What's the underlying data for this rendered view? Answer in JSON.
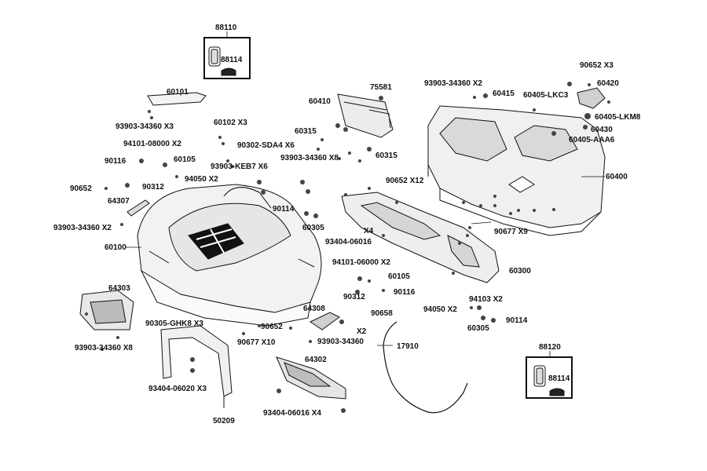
{
  "diagram": {
    "labels": {
      "p88110": "88110",
      "p88114a": "88114",
      "p88120": "88120",
      "p88114b": "88114",
      "p60101": "60101",
      "p93903_x3": "93903-34360 X3",
      "p60102": "60102 X3",
      "p90302": "90302-SDA4 X6",
      "p93903_keb7": "93903-KEB7 X6",
      "p94101_08000": "94101-08000 X2",
      "p90116a": "90116",
      "p60105a": "60105",
      "p90312a": "90312",
      "p94050a": "94050 X2",
      "p90652a": "90652",
      "p64307": "64307",
      "p93903_x2": "93903-34360 X2",
      "p60100": "60100",
      "p64303": "64303",
      "p90305": "90305-GHK8 X3",
      "p93903_x8a": "93903-34360 X8",
      "p93404_06020": "93404-06020 X3",
      "p50209": "50209",
      "p90677_x10": "90677 X10",
      "p90652b": "90652",
      "p64308": "64308",
      "p90658": "90658",
      "px2": "X2",
      "p93903_mid": "93903-34360",
      "p64302": "64302",
      "p93404_06016_x4": "93404-06016 X4",
      "p17910": "17910",
      "p60410": "60410",
      "p75581": "75581",
      "p60315a": "60315",
      "p93903_x8b": "93903-34360 X8",
      "p60315b": "60315",
      "p90114a": "90114",
      "p60305a": "60305",
      "p90652_x12": "90652  X12",
      "px4": "X4",
      "p93404_06016": "93404-06016",
      "p94101_06000": "94101-06000 X2",
      "p60105b": "60105",
      "p90312b": "90312",
      "p90116b": "90116",
      "p94050b": "94050 X2",
      "p94103": "94103 X2",
      "p90114b": "90114",
      "p60305b": "60305",
      "p60300": "60300",
      "p93903_x2b": "93903-34360 X2",
      "p60415": "60415",
      "p60405_lkc3": "60405-LKC3",
      "p90652_x3": "90652  X3",
      "p60420": "60420",
      "p60405_lkm8": "60405-LKM8",
      "p60430": "60430",
      "p60405_aaa6": "60405-AAA6",
      "p60400": "60400",
      "p90677_x9": "90677 X9"
    }
  }
}
